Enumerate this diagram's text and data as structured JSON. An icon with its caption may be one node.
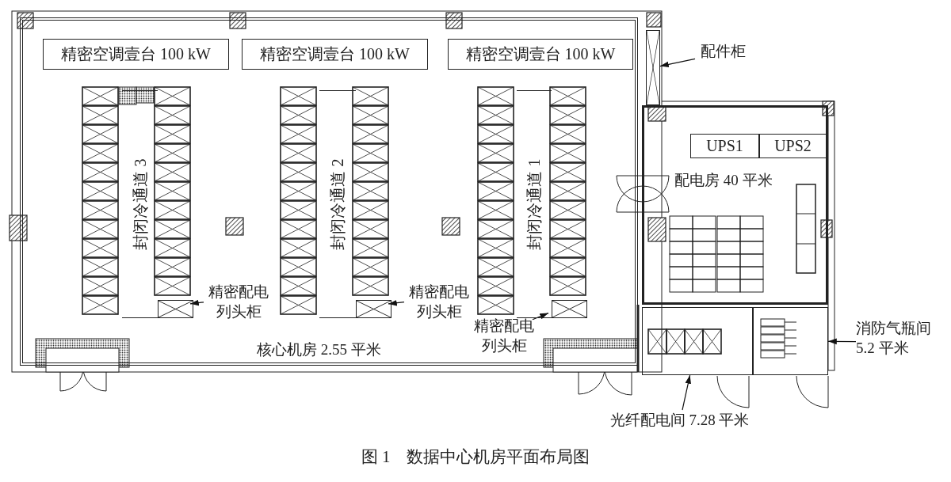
{
  "diagram": {
    "caption": "图 1　数据中心机房平面布局图",
    "nodes": [
      {
        "text": [
          "核心机房 2.55 平米"
        ]
      },
      {
        "text": [
          "精密空调壹台 100 kW"
        ],
        "in": 0
      },
      {
        "text": [
          "精密空调壹台 100 kW"
        ],
        "in": 0
      },
      {
        "text": [
          "精密空调壹台 100 kW"
        ],
        "in": 0
      },
      {
        "text": [
          "封闭冷通道 3"
        ],
        "in": 0
      },
      {
        "text": [
          "封闭冷通道 2"
        ],
        "in": 0
      },
      {
        "text": [
          "封闭冷通道 1"
        ],
        "in": 0
      },
      {
        "text": [],
        "shape": "box",
        "in": 0
      },
      {
        "text": [],
        "shape": "box",
        "in": 0
      },
      {
        "text": [],
        "shape": "box",
        "in": 0
      },
      {
        "text": [
          "精密配电列头柜"
        ],
        "in": 0
      },
      {
        "text": [
          "精密配电列头柜"
        ],
        "in": 0
      },
      {
        "text": [
          "精密配电列头柜"
        ],
        "in": 0
      },
      {
        "text": [],
        "shape": "box"
      },
      {
        "text": [
          "配件柜"
        ]
      },
      {
        "text": [
          "配电房 40 平米"
        ]
      },
      {
        "text": [
          "UPS1"
        ],
        "in": 15
      },
      {
        "text": [
          "UPS2"
        ],
        "in": 15
      },
      {
        "text": [],
        "shape": "box"
      },
      {
        "text": [],
        "shape": "box"
      },
      {
        "text": [
          "光纤配电间 7.28 平米"
        ]
      },
      {
        "text": [
          "消防气瓶间 5.2 平米"
        ]
      }
    ],
    "edges": [
      {
        "from": 10,
        "to": 7,
        "arrow": "to"
      },
      {
        "from": 11,
        "to": 8,
        "arrow": "to"
      },
      {
        "from": 12,
        "to": 9,
        "arrow": "to"
      },
      {
        "from": 14,
        "to": 13,
        "arrow": "to"
      },
      {
        "from": 20,
        "to": 18,
        "arrow": "to"
      },
      {
        "from": 21,
        "to": 19,
        "arrow": "to"
      }
    ]
  }
}
